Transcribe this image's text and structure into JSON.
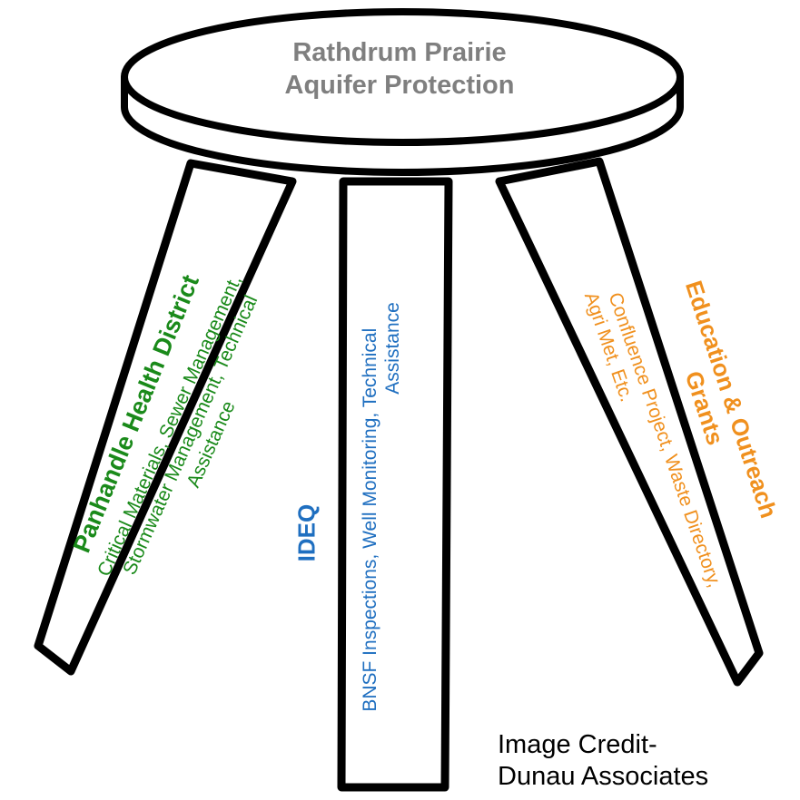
{
  "seat": {
    "title_line1": "Rathdrum Prairie",
    "title_line2": "Aquifer Protection"
  },
  "legs": {
    "left": {
      "heading": "Panhandle Health District",
      "detail_line1": "Critical Materials, Sewer Management,",
      "detail_line2": "Stormwater Management, Technical",
      "detail_line3": "Assistance",
      "color": "#1a8a1a"
    },
    "center": {
      "heading": "IDEQ",
      "detail_line1": "BNSF Inspections, Well Monitoring, Technical",
      "detail_line2": "Assistance",
      "color": "#1f6fc0"
    },
    "right": {
      "heading_line1": "Education & Outreach",
      "heading_line2": "Grants",
      "detail_line1": "Confluence Project, Waste Directory,",
      "detail_line2": "Agri Met, Etc.",
      "color": "#f0901e"
    }
  },
  "credit": {
    "line1": "Image Credit-",
    "line2": "Dunau Associates"
  }
}
